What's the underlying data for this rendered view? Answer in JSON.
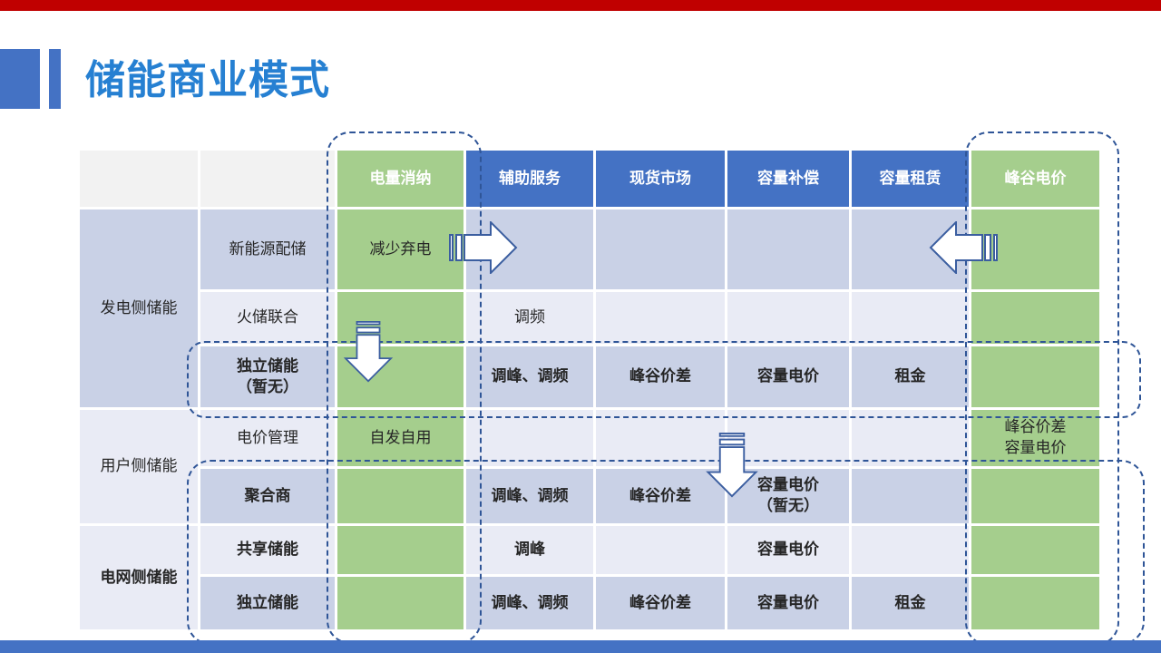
{
  "slide": {
    "title": "储能商业模式",
    "colors": {
      "top_bar_red": "#C00000",
      "accent_blue": "#4472C4",
      "title_blue": "#2680D2",
      "header_blue": "#4472C4",
      "green_column": "#A5CE8D",
      "row_dark": "#C9D1E6",
      "row_light": "#E9EBF5",
      "dashed_border": "#2F5597",
      "bottom_bar_blue": "#4472C4"
    }
  },
  "table": {
    "column_headers": [
      "电量消纳",
      "辅助服务",
      "现货市场",
      "容量补偿",
      "容量租赁",
      "峰谷电价"
    ],
    "rows": [
      {
        "group": "发电侧储能",
        "label": "新能源配储",
        "c1": "减少弃电",
        "c2": "",
        "c3": "",
        "c4": "",
        "c5": "",
        "c6": ""
      },
      {
        "label": "火储联合",
        "c1": "",
        "c2": "调频",
        "c3": "",
        "c4": "",
        "c5": "",
        "c6": ""
      },
      {
        "label": "独立储能\n（暂无）",
        "c1": "",
        "c2": "调峰、调频",
        "c3": "峰谷价差",
        "c4": "容量电价",
        "c5": "租金",
        "c6": ""
      },
      {
        "group": "用户侧储能",
        "label": "电价管理",
        "c1": "自发自用",
        "c2": "",
        "c3": "",
        "c4": "",
        "c5": "",
        "c6": "峰谷价差\n容量电价"
      },
      {
        "label": "聚合商",
        "c1": "",
        "c2": "调峰、调频",
        "c3": "峰谷价差",
        "c4": "容量电价\n（暂无）",
        "c5": "",
        "c6": ""
      },
      {
        "group": "电网侧储能",
        "label": "共享储能",
        "c1": "",
        "c2": "调峰",
        "c3": "",
        "c4": "容量电价",
        "c5": "",
        "c6": ""
      },
      {
        "label": "独立储能",
        "c1": "",
        "c2": "调峰、调频",
        "c3": "峰谷价差",
        "c4": "容量电价",
        "c5": "租金",
        "c6": ""
      }
    ]
  }
}
